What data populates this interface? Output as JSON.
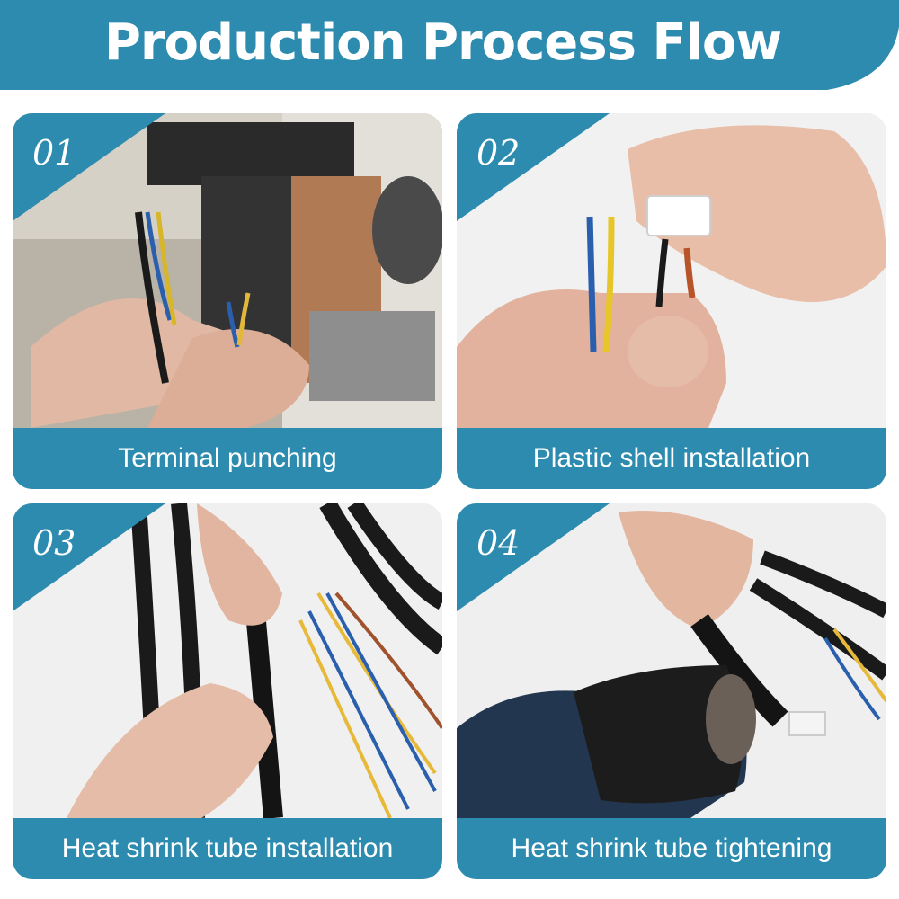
{
  "header": {
    "title": "Production Process Flow"
  },
  "colors": {
    "accent": "#2c8bae",
    "text_on_accent": "#ffffff"
  },
  "steps": [
    {
      "number": "01",
      "caption": "Terminal punching"
    },
    {
      "number": "02",
      "caption": "Plastic shell installation"
    },
    {
      "number": "03",
      "caption": "Heat shrink tube installation"
    },
    {
      "number": "04",
      "caption": "Heat shrink tube tightening"
    }
  ]
}
